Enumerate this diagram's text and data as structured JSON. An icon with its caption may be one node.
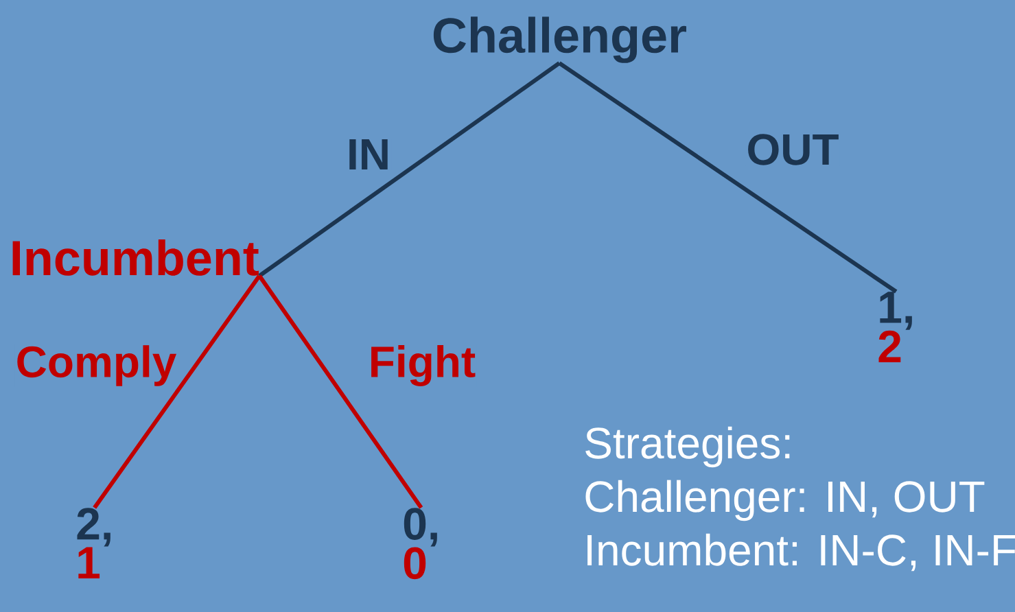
{
  "diagram": {
    "nodes": [
      {
        "text": [
          "Challenger"
        ]
      },
      {
        "text": [
          "Incumbent"
        ]
      },
      {
        "text": [
          "1,",
          "2"
        ]
      },
      {
        "text": [
          "2,",
          "1"
        ]
      },
      {
        "text": [
          "0,",
          "0"
        ]
      }
    ],
    "edges": [
      {
        "from": 0,
        "to": 1,
        "arrow": "none",
        "label": "IN"
      },
      {
        "from": 0,
        "to": 2,
        "arrow": "none",
        "label": "OUT"
      },
      {
        "from": 1,
        "to": 3,
        "arrow": "none",
        "label": "Comply",
        "color": "#c00000"
      },
      {
        "from": 1,
        "to": 4,
        "arrow": "none",
        "label": "Fight",
        "color": "#c00000"
      }
    ],
    "labels": [
      "Strategies:",
      "Challenger: IN, OUT",
      "Incumbent: IN-C, IN-F"
    ]
  }
}
